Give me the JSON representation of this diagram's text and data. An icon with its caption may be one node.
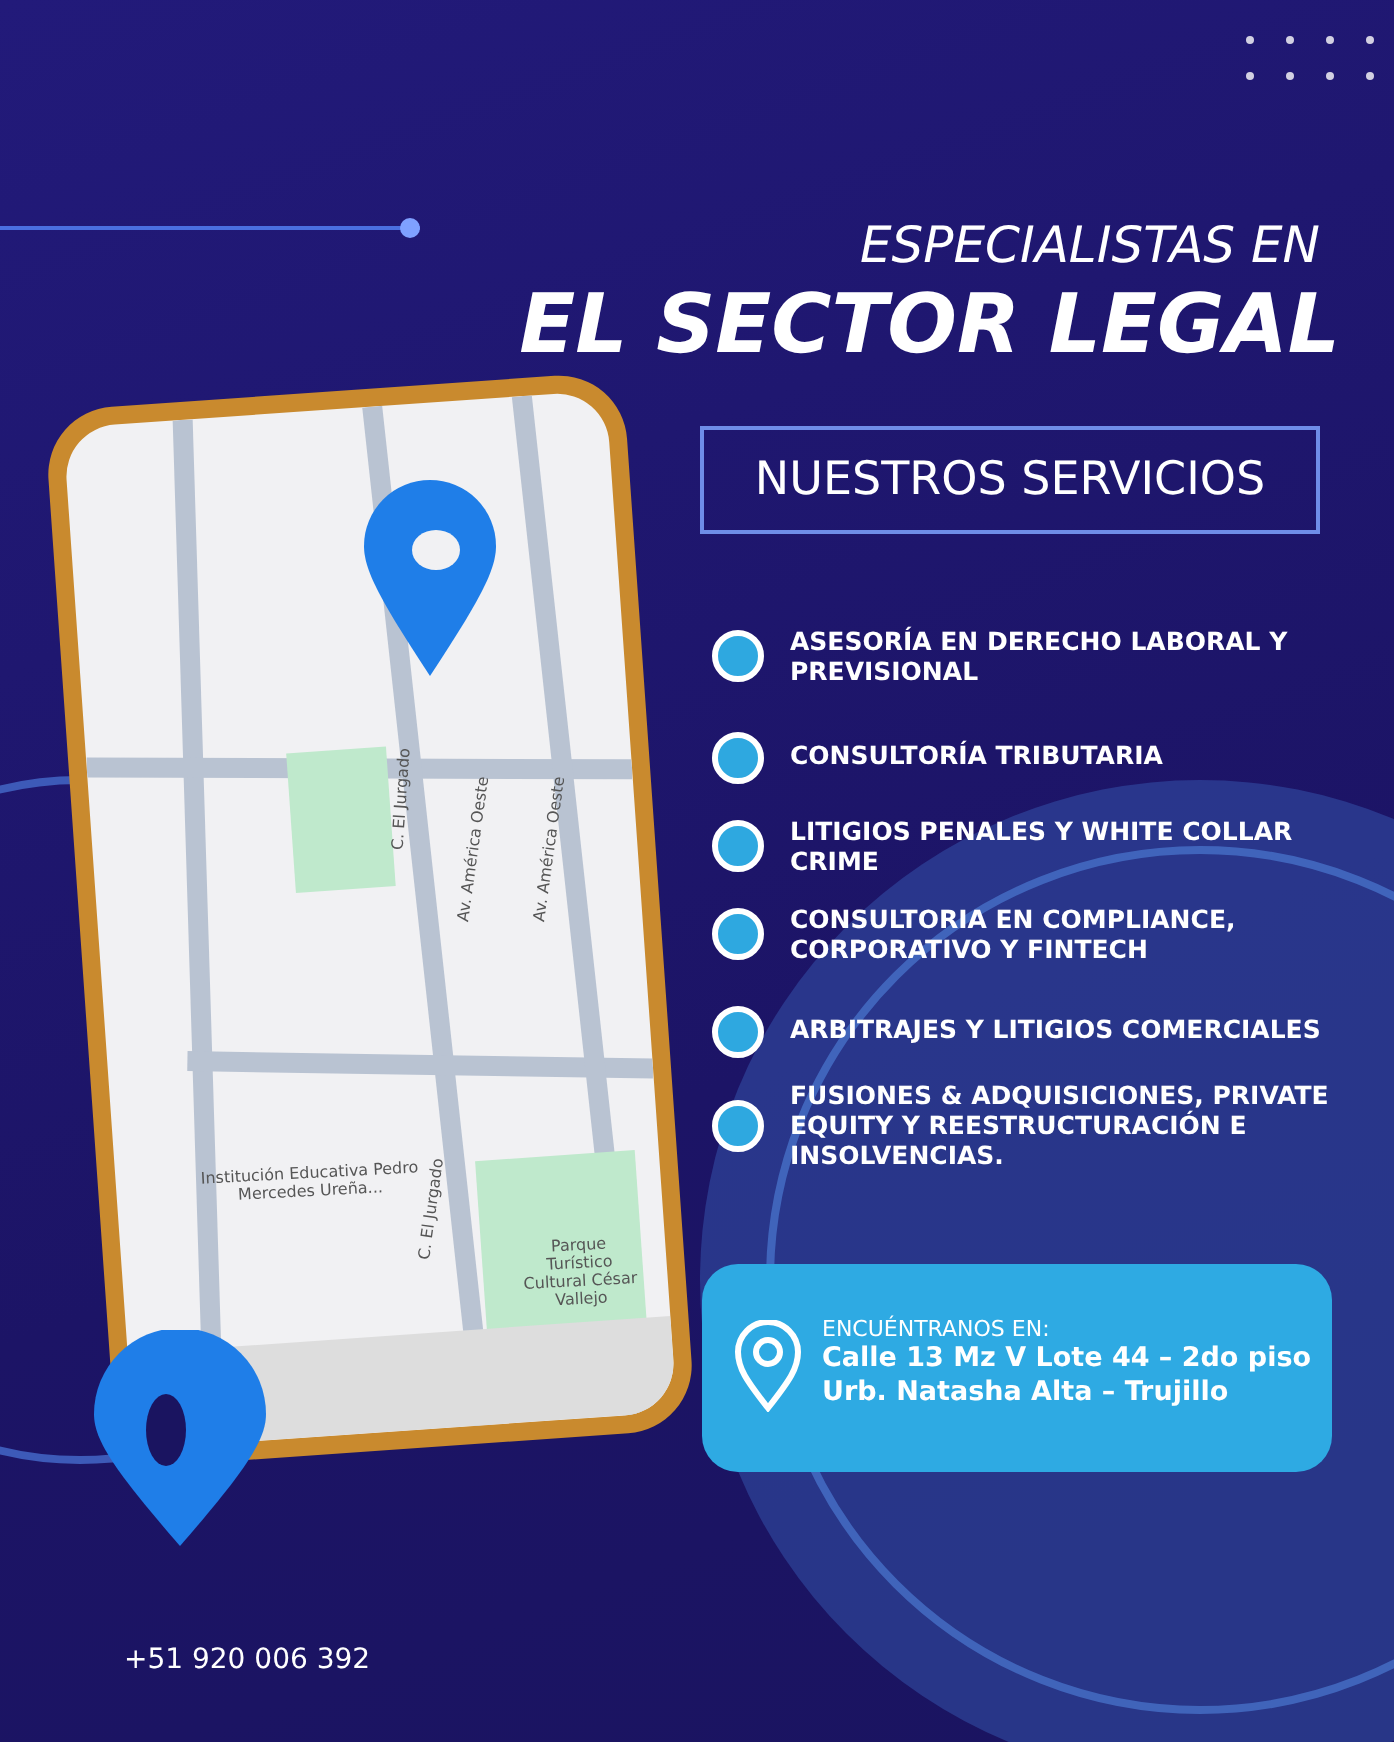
{
  "diagram": {
    "title": "ESPECIALISTAS EN EL SECTOR LEGAL",
    "nodes": [
      {
        "text": [
          "NUESTROS SERVICIOS"
        ]
      },
      {
        "text": [
          "ENCUÉNTRANOS EN:",
          "Calle 13 Mz V Lote 44 – 2do piso Urb. Natasha Alta – Trujillo"
        ]
      }
    ],
    "labels": [
      "ASESORÍA EN DERECHO LABORAL Y PREVISIONAL",
      "CONSULTORÍA TRIBUTARIA",
      "LITIGIOS PENALES Y WHITE COLLAR CRIME",
      "CONSULTORIA EN COMPLIANCE, CORPORATIVO Y FINTECH",
      "ARBITRAJES Y LITIGIOS COMERCIALES",
      "FUSIONES & ADQUISICIONES, PRIVATE EQUITY Y REESTRUCTURACIÓN E INSOLVENCIAS.",
      "C. El Jurgado",
      "Av. América Oeste",
      "Av. América Oeste",
      "C. El Jurgado",
      "Institución Educativa Pedro Mercedes Ureña...",
      "Parque Turístico Cultural César Vallejo",
      "+51 920 006 392"
    ]
  }
}
